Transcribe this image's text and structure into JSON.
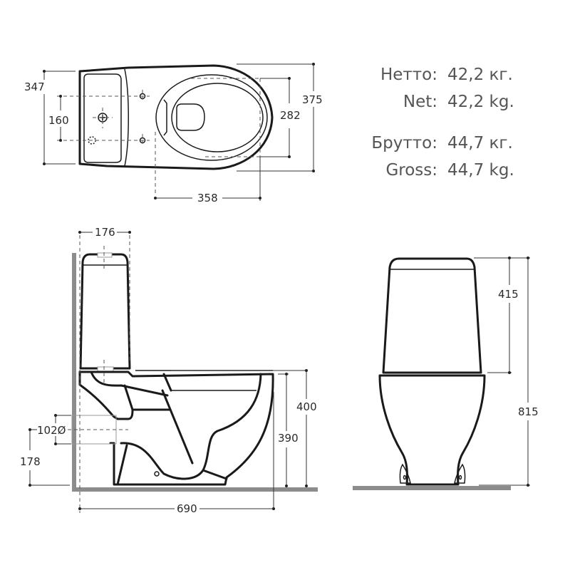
{
  "weights": {
    "rows": [
      {
        "label": "Нетто:",
        "value": "42,2  кг."
      },
      {
        "label": "Net:",
        "value": "42,2 kg."
      },
      {
        "label": "Брутто:",
        "value": "44,7 кг."
      },
      {
        "label": "Gross:",
        "value": "44,7 kg."
      }
    ]
  },
  "top_view": {
    "dimensions": {
      "overall_width": "347",
      "mounting_spacing": "160",
      "bowl_width": "282",
      "overall_depth": "375",
      "bowl_length": "358"
    }
  },
  "side_view": {
    "dimensions": {
      "tank_depth": "176",
      "outlet_diameter": "102Ø",
      "outlet_height": "178",
      "rim_height_outer": "400",
      "rim_height_inner": "390",
      "total_length": "690"
    }
  },
  "front_view": {
    "dimensions": {
      "tank_height": "415",
      "total_height": "815"
    }
  },
  "colors": {
    "line": "#1a1a1a",
    "floor": "#8c8c8c",
    "text_weights": "#555555"
  }
}
